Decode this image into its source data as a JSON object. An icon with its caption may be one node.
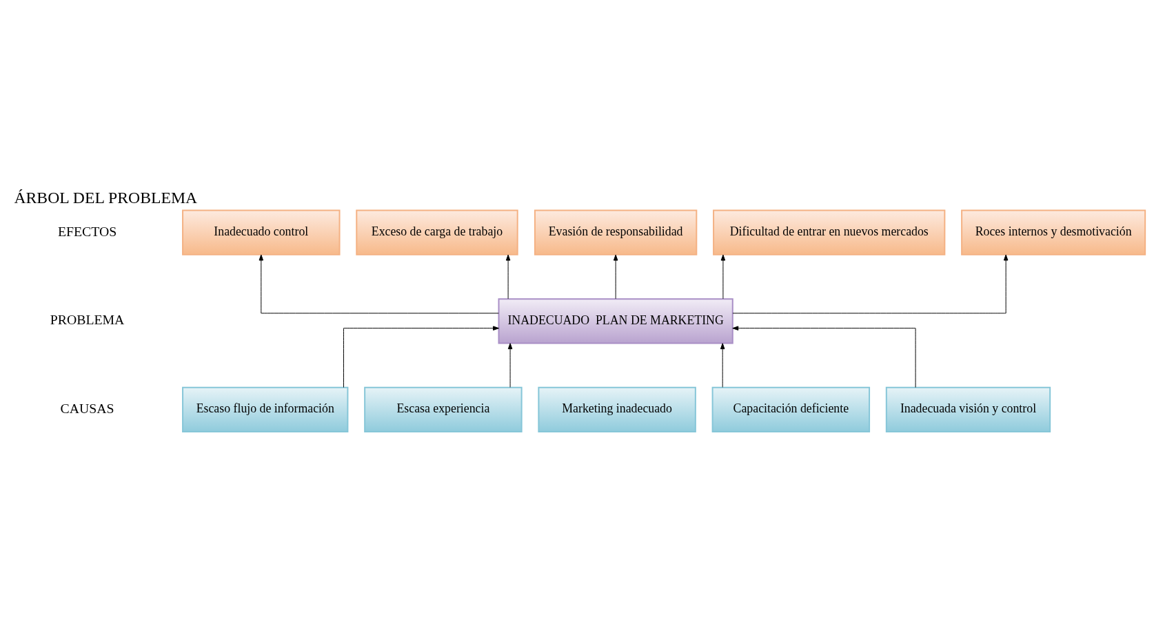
{
  "diagram": {
    "title": "ÁRBOL DEL PROBLEMA",
    "nodes": [
      {
        "text": [
          "Exceso de carga de trabajo"
        ]
      },
      {
        "text": [
          "Dificultad de entrar en nuevos mercados"
        ]
      },
      {
        "text": [
          "Evasión de responsabilidad"
        ]
      },
      {
        "text": [
          "Inadecuado control"
        ]
      },
      {
        "text": [
          "Roces internos y desmotivación"
        ]
      },
      {
        "text": [
          "INADECUADO  PLAN DE MARKETING"
        ]
      },
      {
        "text": [
          "Escaso flujo de información"
        ]
      },
      {
        "text": [
          "Marketing inadecuado"
        ]
      },
      {
        "text": [
          "Inadecuada visión y control"
        ]
      },
      {
        "text": [
          "Capacitación deficiente"
        ]
      },
      {
        "text": [
          "Escasa experiencia"
        ]
      }
    ],
    "edges": [
      {
        "from": 5,
        "to": 3,
        "arrow": "to"
      },
      {
        "from": 5,
        "to": 0,
        "arrow": "to"
      },
      {
        "from": 5,
        "to": 2,
        "arrow": "to"
      },
      {
        "from": 5,
        "to": 1,
        "arrow": "to"
      },
      {
        "from": 5,
        "to": 4,
        "arrow": "to"
      },
      {
        "from": 6,
        "to": 5,
        "arrow": "to"
      },
      {
        "from": 10,
        "to": 5,
        "arrow": "to"
      },
      {
        "from": 9,
        "to": 5,
        "arrow": "to"
      },
      {
        "from": 8,
        "to": 5,
        "arrow": "to"
      }
    ],
    "labels": [
      "EFECTOS",
      "PROBLEMA",
      "CAUSAS"
    ]
  }
}
